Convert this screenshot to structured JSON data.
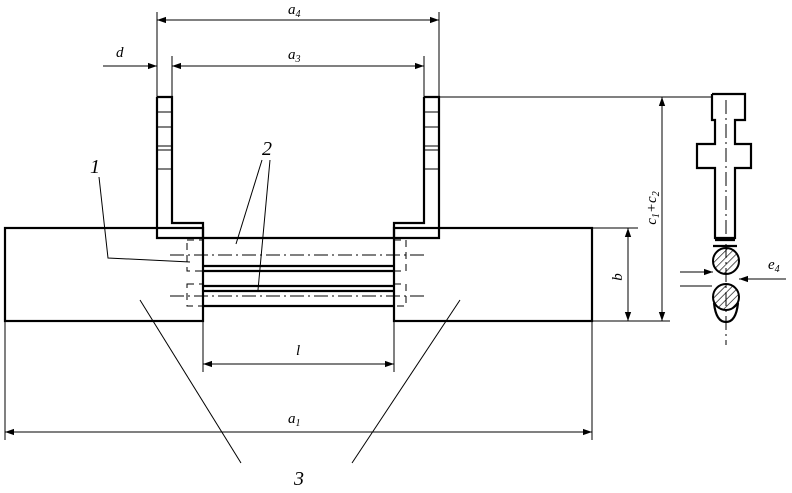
{
  "labels": {
    "a4": {
      "main": "a",
      "sub": "4"
    },
    "a3": {
      "main": "a",
      "sub": "3"
    },
    "a1": {
      "main": "a",
      "sub": "1"
    },
    "d": "d",
    "l": "l",
    "b": "b",
    "c1c2": {
      "c": "c",
      "s1": "1",
      "plus": "+",
      "c2": "c",
      "s2": "2"
    },
    "e4": {
      "main": "e",
      "sub": "4"
    },
    "ref1": "1",
    "ref2": "2",
    "ref3": "3"
  },
  "colors": {
    "line": "#000000",
    "background": "#ffffff",
    "hatch": "#000000"
  }
}
